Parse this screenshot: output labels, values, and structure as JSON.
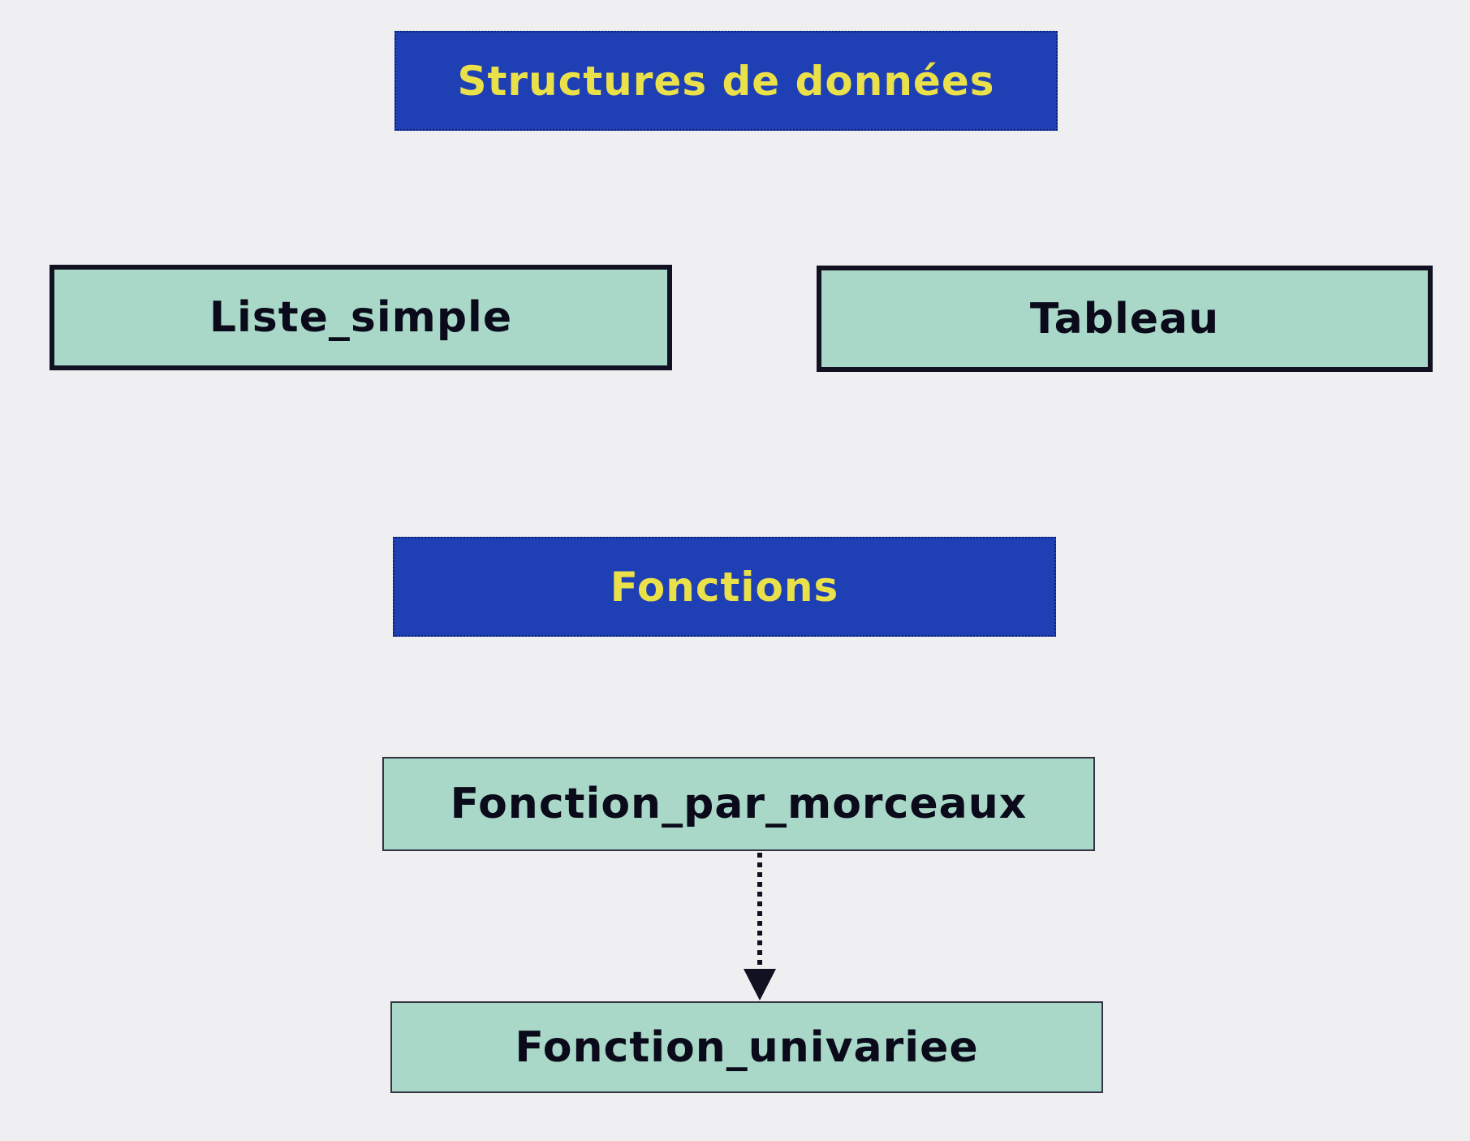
{
  "diagram": {
    "headers": {
      "structures": "Structures de données",
      "fonctions": "Fonctions"
    },
    "nodes": {
      "liste_simple": "Liste_simple",
      "tableau": "Tableau",
      "fonction_par_morceaux": "Fonction_par_morceaux",
      "fonction_univariee": "Fonction_univariee"
    },
    "edges": [
      {
        "from": "fonction_par_morceaux",
        "to": "fonction_univariee",
        "style": "dotted-arrow"
      }
    ],
    "colors": {
      "header_fill": "#1f3fb5",
      "header_text": "#e9e04a",
      "node_fill": "#a9d8c8",
      "node_text": "#0a0a1a",
      "background": "#efeff1"
    }
  }
}
